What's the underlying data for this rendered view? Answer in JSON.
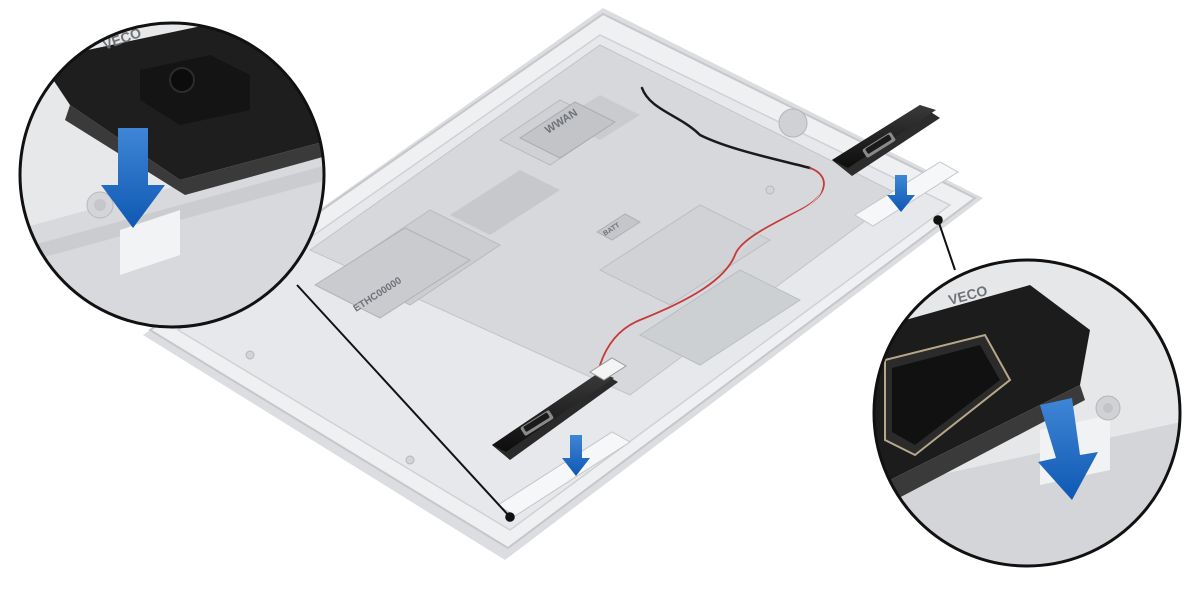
{
  "figure": {
    "labels": {
      "wwan": "WWAN",
      "wlan_card": "ETHC00000",
      "batt": "BATT",
      "speaker_mark": "VECO"
    },
    "icons": [
      "arrow-down-icon",
      "arrow-down-icon",
      "arrow-down-icon",
      "arrow-down-icon"
    ],
    "colors": {
      "arrow_blue": "#1565c0",
      "chassis": "#e9eaec",
      "speaker": "#1b1b1b",
      "wire_red": "#c63a3a",
      "callout_line": "#111111"
    }
  }
}
